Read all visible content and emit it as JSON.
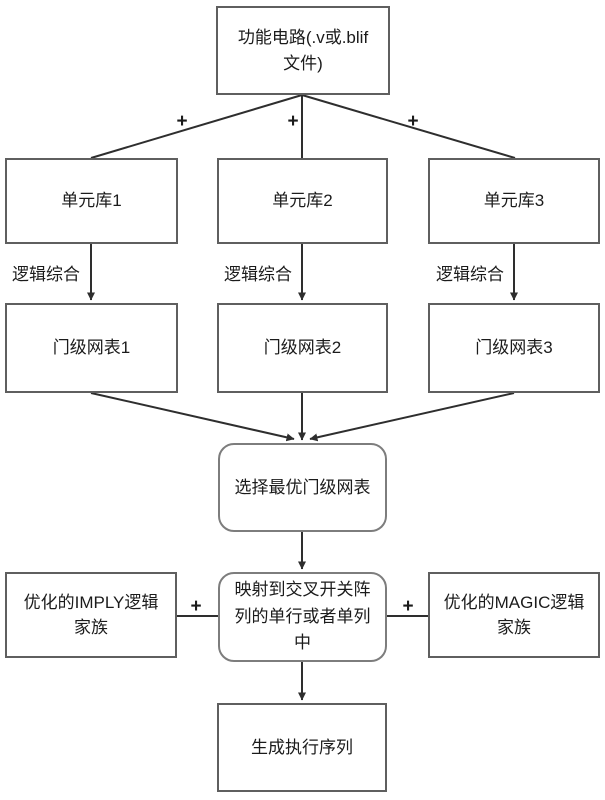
{
  "diagram": {
    "type": "flowchart",
    "language": "zh-CN",
    "colors": {
      "background": "#ffffff",
      "box_border": "#5f5f5f",
      "rounded_box_border": "#7d7d7d",
      "line": "#2e2e2e",
      "text": "#1b1b1b"
    },
    "nodes": {
      "func_circuit": {
        "label": "功能电路(.v或.blif 文件)",
        "shape": "rect"
      },
      "cell_lib_1": {
        "label": "单元库1",
        "shape": "rect"
      },
      "cell_lib_2": {
        "label": "单元库2",
        "shape": "rect"
      },
      "cell_lib_3": {
        "label": "单元库3",
        "shape": "rect"
      },
      "netlist_1": {
        "label": "门级网表1",
        "shape": "rect"
      },
      "netlist_2": {
        "label": "门级网表2",
        "shape": "rect"
      },
      "netlist_3": {
        "label": "门级网表3",
        "shape": "rect"
      },
      "select_best": {
        "label": "选择最优门级网表",
        "shape": "rounded"
      },
      "imply_family": {
        "label": "优化的IMPLY逻辑家族",
        "shape": "rect"
      },
      "map_crossbar": {
        "label": "映射到交叉开关阵列的单行或者单列中",
        "shape": "rounded"
      },
      "magic_family": {
        "label": "优化的MAGIC逻辑家族",
        "shape": "rect"
      },
      "gen_sequence": {
        "label": "生成执行序列",
        "shape": "rect"
      }
    },
    "edge_labels": {
      "synthesis_1": "逻辑综合",
      "synthesis_2": "逻辑综合",
      "synthesis_3": "逻辑综合",
      "plus_top_1": "+",
      "plus_top_2": "+",
      "plus_top_3": "+",
      "plus_left": "+",
      "plus_right": "+"
    }
  }
}
